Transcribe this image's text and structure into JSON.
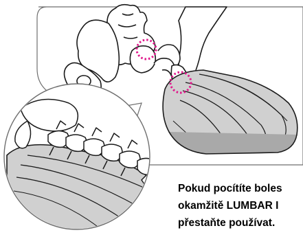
{
  "figure": {
    "colors": {
      "outline": "#1a1a1a",
      "cushion_fill": "#d0d0d0",
      "cushion_shadow": "#a9a9a9",
      "bone_fill": "#ffffff",
      "highlight_ring": "#e0198c",
      "frame": "#6e6e6e"
    },
    "icons": [
      "pelvis-bone",
      "finger-hand",
      "lumbar-cushion",
      "spine-vertebrae",
      "magnifier-circle",
      "pressure-point-circle"
    ]
  },
  "warning": {
    "line1": "Pokud pocítíte boles",
    "line2": "okamžitě LUMBAR I",
    "line3": "přestaňte používat."
  }
}
